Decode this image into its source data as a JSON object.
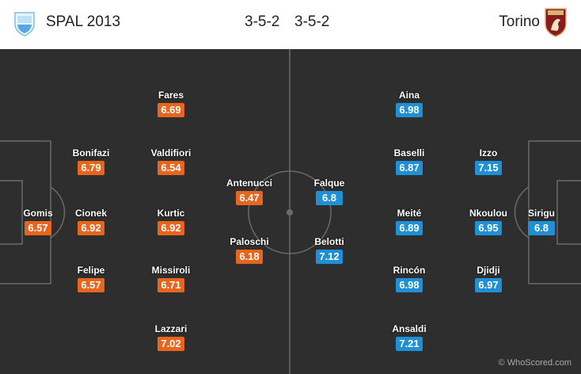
{
  "colors": {
    "home_rating": "#e8651e",
    "away_rating": "#1f8fd6",
    "pitch": "#2e2e2e"
  },
  "header": {
    "home_team": "SPAL 2013",
    "home_formation": "3-5-2",
    "away_formation": "3-5-2",
    "away_team": "Torino",
    "home_logo_icon": "spal-crest-icon",
    "away_logo_icon": "torino-crest-icon"
  },
  "home_players": [
    {
      "name": "Gomis",
      "rating": "6.57"
    },
    {
      "name": "Bonifazi",
      "rating": "6.79"
    },
    {
      "name": "Cionek",
      "rating": "6.92"
    },
    {
      "name": "Felipe",
      "rating": "6.57"
    },
    {
      "name": "Fares",
      "rating": "6.69"
    },
    {
      "name": "Valdifiori",
      "rating": "6.54"
    },
    {
      "name": "Kurtic",
      "rating": "6.92"
    },
    {
      "name": "Missiroli",
      "rating": "6.71"
    },
    {
      "name": "Lazzari",
      "rating": "7.02"
    },
    {
      "name": "Antenucci",
      "rating": "6.47"
    },
    {
      "name": "Paloschi",
      "rating": "6.18"
    }
  ],
  "away_players": [
    {
      "name": "Falque",
      "rating": "6.8"
    },
    {
      "name": "Belotti",
      "rating": "7.12"
    },
    {
      "name": "Aina",
      "rating": "6.98"
    },
    {
      "name": "Baselli",
      "rating": "6.87"
    },
    {
      "name": "Meité",
      "rating": "6.89"
    },
    {
      "name": "Rincón",
      "rating": "6.98"
    },
    {
      "name": "Ansaldi",
      "rating": "7.21"
    },
    {
      "name": "Izzo",
      "rating": "7.15"
    },
    {
      "name": "Nkoulou",
      "rating": "6.95"
    },
    {
      "name": "Djidji",
      "rating": "6.97"
    },
    {
      "name": "Sirigu",
      "rating": "6.8"
    }
  ],
  "watermark": "© WhoScored.com"
}
